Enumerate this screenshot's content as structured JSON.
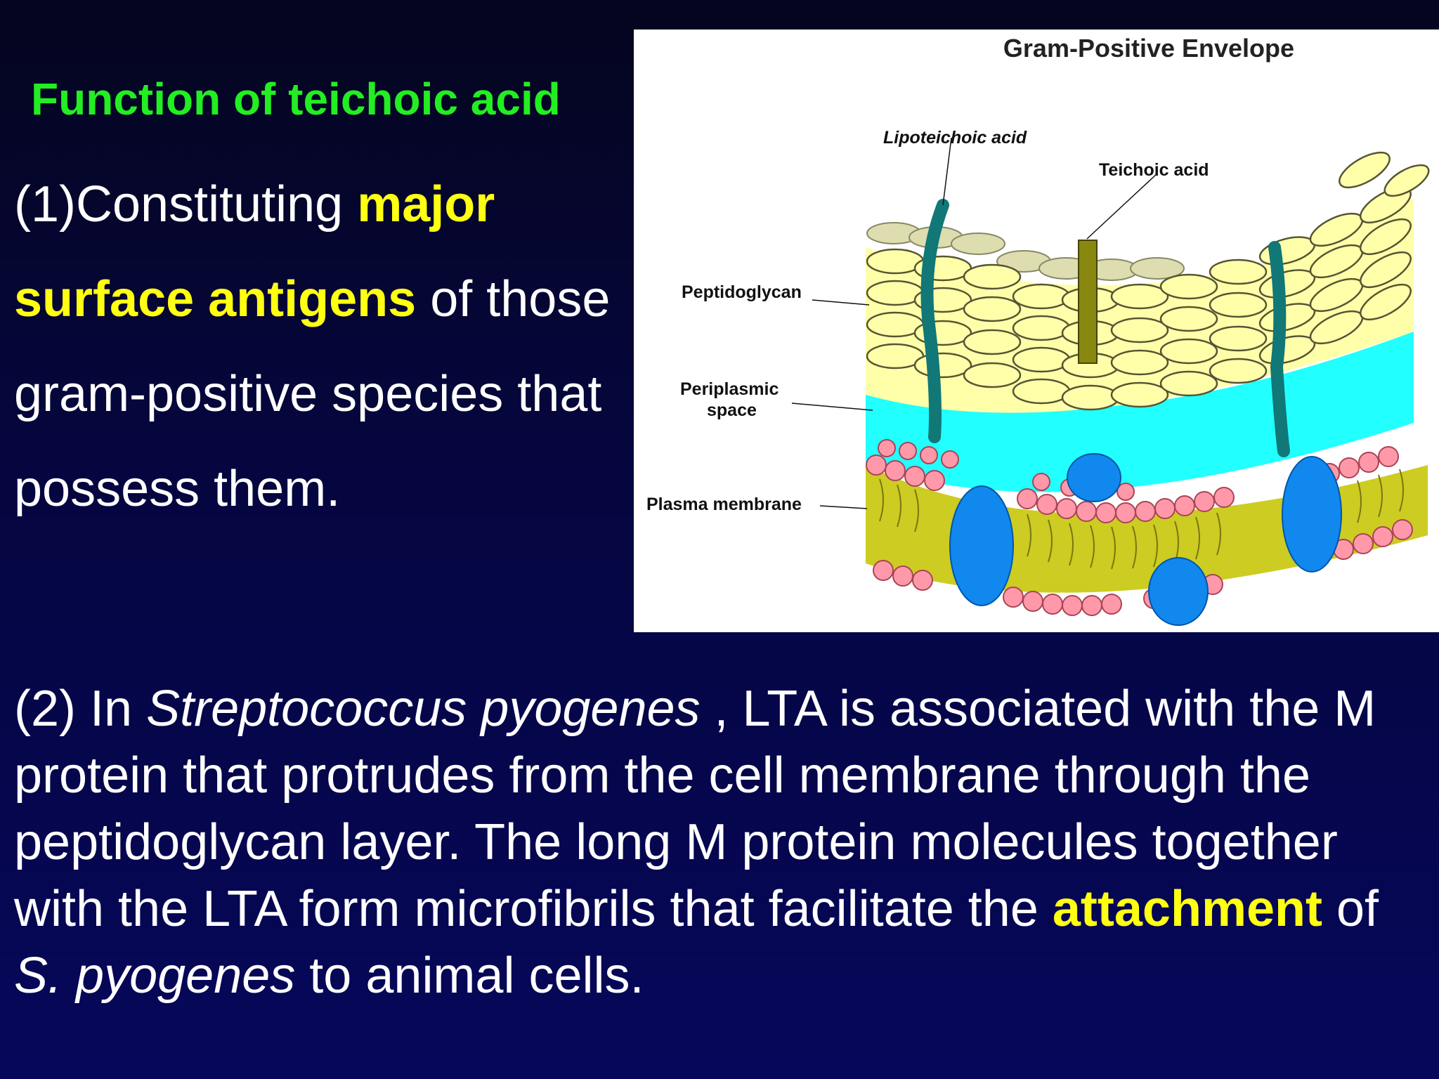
{
  "slide": {
    "heading": "Function of teichoic acid",
    "point1": {
      "t1": "(1)Constituting ",
      "h1": "major surface antigens",
      "t2": " of those gram-positive species that possess them."
    },
    "point2": {
      "t1": "(2) In ",
      "i1": "Streptococcus pyogenes",
      "t2": " , LTA is associated with the M protein that protrudes from the cell membrane through the peptidoglycan layer. The long M protein molecules together with the LTA form microfibrils that facilitate the ",
      "h1": "attachment",
      "t3": " of ",
      "i2": "S. pyogenes",
      "t4": " to animal cells."
    }
  },
  "figure": {
    "title": "Gram-Positive Envelope",
    "labels": {
      "lipoteichoic": "Lipoteichoic acid",
      "teichoic": "Teichoic acid",
      "peptidoglycan": "Peptidoglycan",
      "periplasmic_1": "Periplasmic",
      "periplasmic_2": "space",
      "plasma": "Plasma membrane"
    }
  },
  "colors": {
    "heading": "#22ee22",
    "highlight": "#ffff11",
    "body_text": "#ffffff",
    "background": "#050640"
  }
}
